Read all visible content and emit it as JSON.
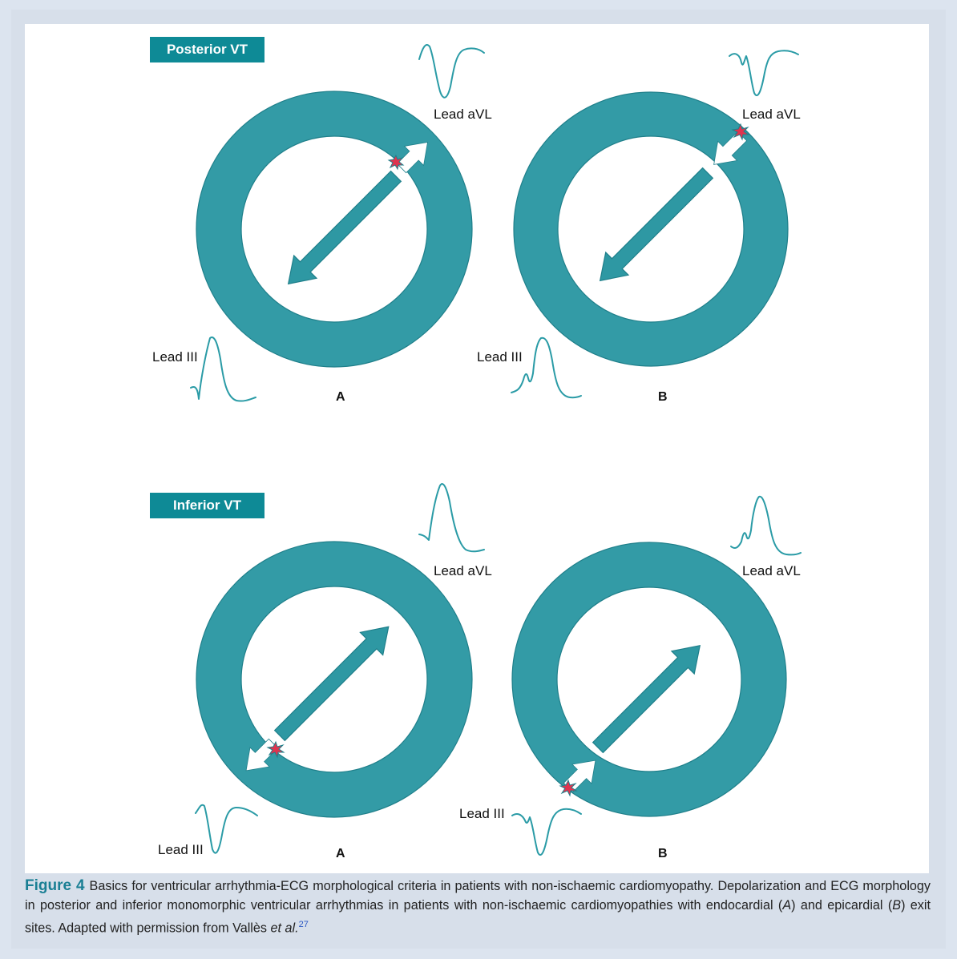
{
  "sections": {
    "posterior": {
      "title": "Posterior VT"
    },
    "inferior": {
      "title": "Inferior VT"
    }
  },
  "labels": {
    "lead_avl": "Lead aVL",
    "lead_iii": "Lead III",
    "panel_a": "A",
    "panel_b": "B"
  },
  "caption": {
    "figure_label": "Figure 4",
    "text_1": "Basics for ventricular arrhythmia-ECG morphological criteria in patients with non-ischaemic cardiomyopathy. Depolarization and ECG morphology in posterior and inferior monomorphic ventricular arrhythmias in patients with non-ischaemic cardiomyopathies with endocardial (",
    "a": "A",
    "text_2": ") and epicardial (",
    "b": "B",
    "text_3": ") exit sites. Adapted with permission from Vallès ",
    "et_al": "et al.",
    "ref": "27"
  },
  "colors": {
    "teal": "#339ba6",
    "teal_dark": "#1f7f8a",
    "tag_bg": "#0e8a96",
    "burst": "#e0344f",
    "caption_label": "#1a7f94"
  }
}
